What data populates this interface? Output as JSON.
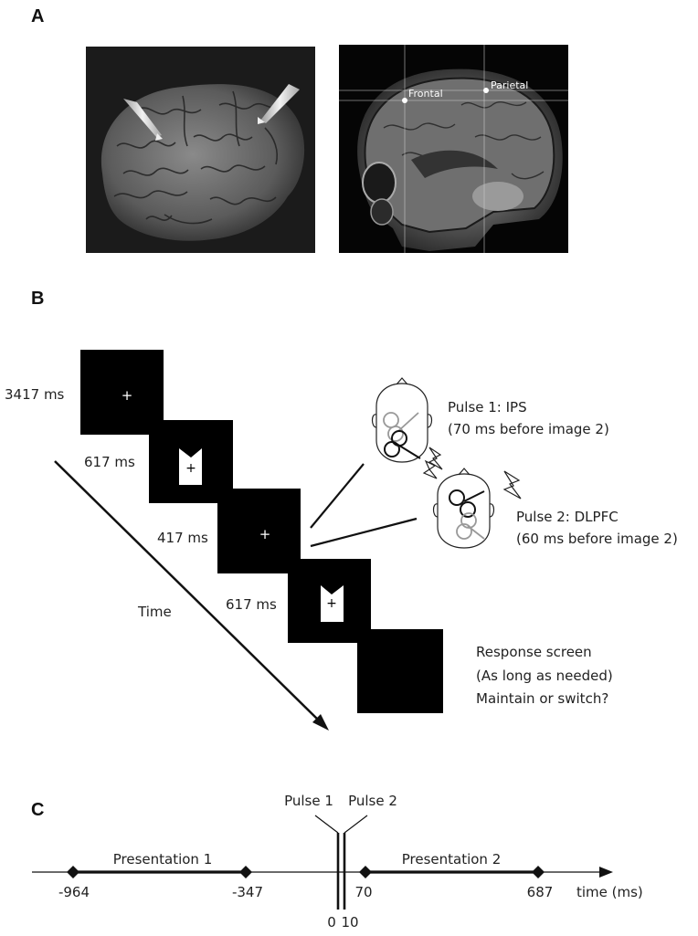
{
  "panels": {
    "a": "A",
    "b": "B",
    "c": "C"
  },
  "panel_a": {
    "mri_labels": {
      "frontal": "Frontal",
      "parietal": "Parietal"
    }
  },
  "panel_b": {
    "durations": [
      "3417 ms",
      "617 ms",
      "417 ms",
      "617 ms"
    ],
    "time_label": "Time",
    "pulse1": {
      "line1": "Pulse 1: IPS",
      "line2": "(70 ms before image 2)"
    },
    "pulse2": {
      "line1": "Pulse 2: DLPFC",
      "line2": "(60 ms before image 2)"
    },
    "response": {
      "line1": "Response screen",
      "line2": "(As long as needed)",
      "line3": "Maintain or switch?"
    },
    "colors": {
      "screen": "#000000",
      "foreground": "#ffffff"
    }
  },
  "panel_c": {
    "presentation1": "Presentation 1",
    "presentation2": "Presentation 2",
    "pulse1": "Pulse 1",
    "pulse2": "Pulse 2",
    "ticks": {
      "p1_start": "-964",
      "p1_end": "-347",
      "pulse1_time": "0",
      "pulse2_time": "10",
      "p2_start": "70",
      "p2_end": "687"
    },
    "axis_label": "time (ms)"
  }
}
